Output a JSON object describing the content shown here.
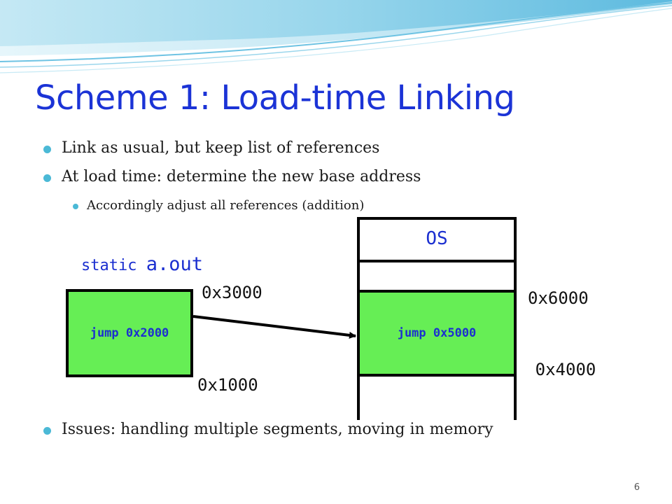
{
  "slide": {
    "title": "Scheme 1: Load-time Linking",
    "bullets": [
      "Link as usual, but keep list of references",
      "At load time: determine the new base address"
    ],
    "sub_bullets": [
      "Accordingly adjust all references (addition)"
    ],
    "bottom_bullet": "Issues: handling multiple segments, moving in memory",
    "page_number": "6"
  },
  "diagram": {
    "left_title_prefix": "static ",
    "left_title_main": "a.out",
    "left_block_text": "jump 0x2000",
    "left_top_addr": "0x3000",
    "left_bottom_addr": "0x1000",
    "memory_os_label": "OS",
    "memory_block_text": "jump 0x5000",
    "memory_top_addr": "0x6000",
    "memory_bottom_addr": "0x4000"
  },
  "colors": {
    "title": "#1b33d6",
    "bullet_dot": "#4bb9d6",
    "green_block": "#66ee55",
    "mono_text": "#1b2fd0"
  }
}
